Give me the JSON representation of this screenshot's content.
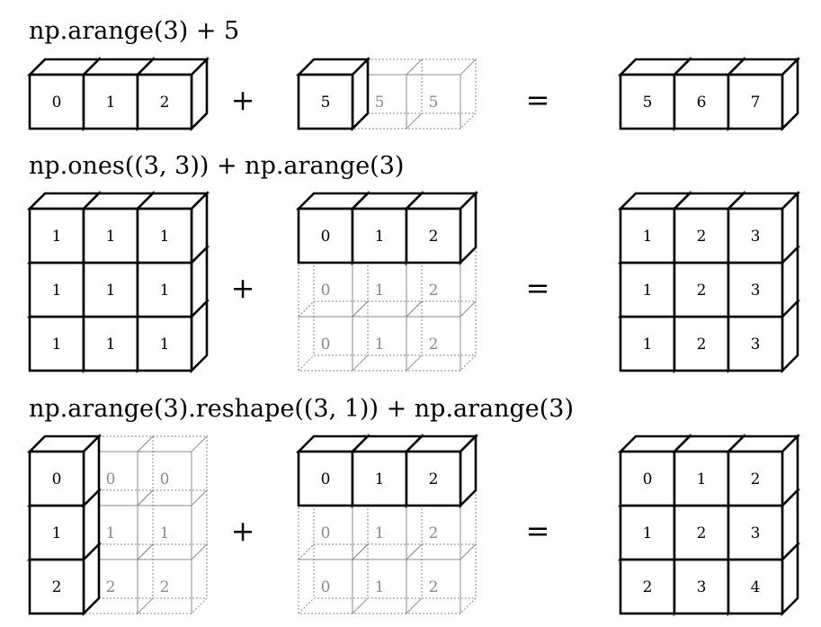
{
  "rows": [
    {
      "title": "np.arange(3) + 5",
      "operator": "+",
      "equals": "=",
      "operand_a": {
        "values": [
          [
            "0",
            "1",
            "2"
          ]
        ],
        "ghost": [
          [
            false,
            false,
            false
          ]
        ]
      },
      "operand_b": {
        "values": [
          [
            "5",
            "5",
            "5"
          ]
        ],
        "ghost": [
          [
            false,
            true,
            true
          ]
        ]
      },
      "result": {
        "values": [
          [
            "5",
            "6",
            "7"
          ]
        ],
        "ghost": [
          [
            false,
            false,
            false
          ]
        ]
      }
    },
    {
      "title": "np.ones((3, 3)) + np.arange(3)",
      "operator": "+",
      "equals": "=",
      "operand_a": {
        "values": [
          [
            "1",
            "1",
            "1"
          ],
          [
            "1",
            "1",
            "1"
          ],
          [
            "1",
            "1",
            "1"
          ]
        ],
        "ghost": [
          [
            false,
            false,
            false
          ],
          [
            false,
            false,
            false
          ],
          [
            false,
            false,
            false
          ]
        ]
      },
      "operand_b": {
        "values": [
          [
            "0",
            "1",
            "2"
          ],
          [
            "0",
            "1",
            "2"
          ],
          [
            "0",
            "1",
            "2"
          ]
        ],
        "ghost": [
          [
            false,
            false,
            false
          ],
          [
            true,
            true,
            true
          ],
          [
            true,
            true,
            true
          ]
        ]
      },
      "result": {
        "values": [
          [
            "1",
            "2",
            "3"
          ],
          [
            "1",
            "2",
            "3"
          ],
          [
            "1",
            "2",
            "3"
          ]
        ],
        "ghost": [
          [
            false,
            false,
            false
          ],
          [
            false,
            false,
            false
          ],
          [
            false,
            false,
            false
          ]
        ]
      }
    },
    {
      "title": "np.arange(3).reshape((3, 1)) + np.arange(3)",
      "operator": "+",
      "equals": "=",
      "operand_a": {
        "values": [
          [
            "0",
            "0",
            "0"
          ],
          [
            "1",
            "1",
            "1"
          ],
          [
            "2",
            "2",
            "2"
          ]
        ],
        "ghost": [
          [
            false,
            true,
            true
          ],
          [
            false,
            true,
            true
          ],
          [
            false,
            true,
            true
          ]
        ]
      },
      "operand_b": {
        "values": [
          [
            "0",
            "1",
            "2"
          ],
          [
            "0",
            "1",
            "2"
          ],
          [
            "0",
            "1",
            "2"
          ]
        ],
        "ghost": [
          [
            false,
            false,
            false
          ],
          [
            true,
            true,
            true
          ],
          [
            true,
            true,
            true
          ]
        ]
      },
      "result": {
        "values": [
          [
            "0",
            "1",
            "2"
          ],
          [
            "1",
            "2",
            "3"
          ],
          [
            "2",
            "3",
            "4"
          ]
        ],
        "ghost": [
          [
            false,
            false,
            false
          ],
          [
            false,
            false,
            false
          ],
          [
            false,
            false,
            false
          ]
        ]
      }
    }
  ],
  "colors": {
    "solid_text": "#000000",
    "ghost_text": "#8a8a8a",
    "ghost_line": "#8a8a8a"
  }
}
